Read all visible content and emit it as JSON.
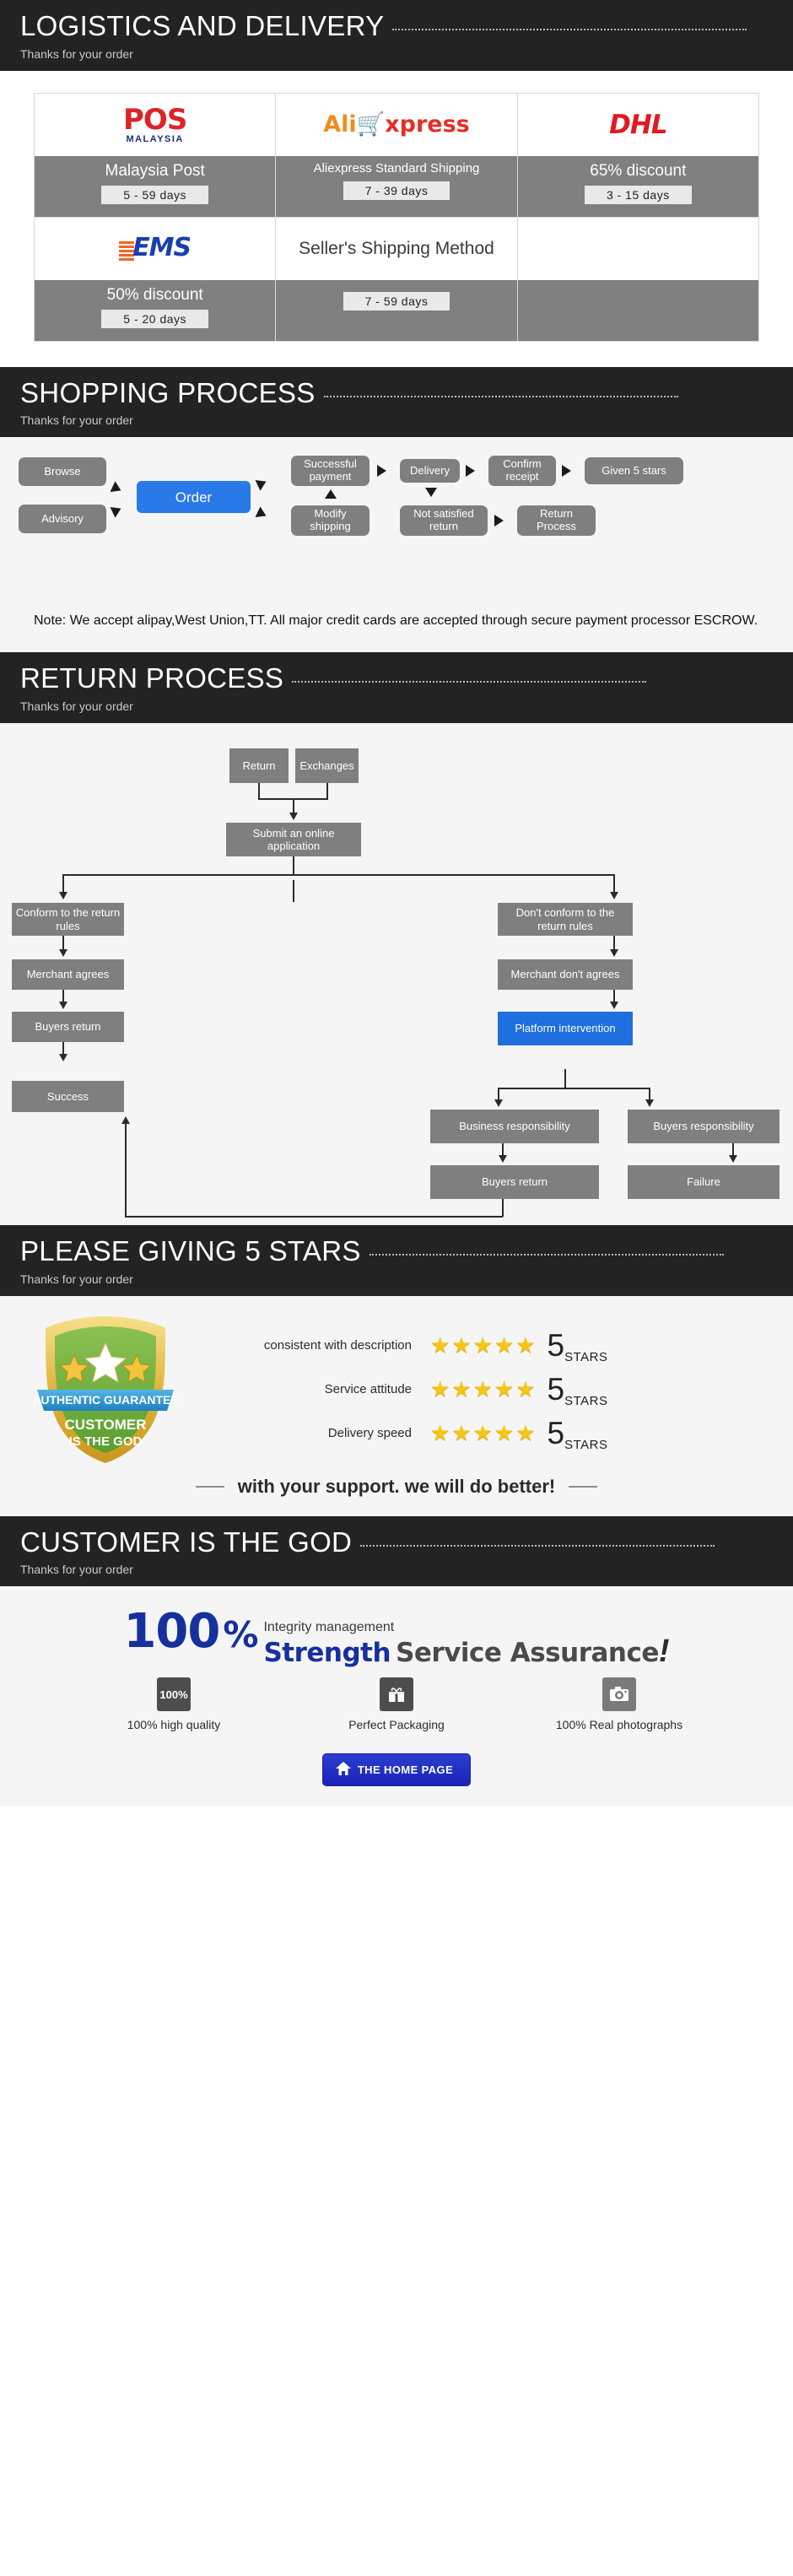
{
  "sections": {
    "logistics": {
      "title": "LOGISTICS AND DELIVERY",
      "subtitle": "Thanks for your order"
    },
    "shopping": {
      "title": "SHOPPING PROCESS",
      "subtitle": "Thanks for your order"
    },
    "returns": {
      "title": "RETURN PROCESS",
      "subtitle": "Thanks for your order"
    },
    "stars": {
      "title": "PLEASE GIVING 5 STARS",
      "subtitle": "Thanks for your order"
    },
    "god": {
      "title": "CUSTOMER IS THE GOD",
      "subtitle": "Thanks for your order"
    }
  },
  "shipping_table": {
    "rows": [
      [
        {
          "logo": "pos-malaysia-logo",
          "logo_text": "POS",
          "logo_sub": "MALAYSIA",
          "name": "Malaysia Post",
          "days": "5 - 59  days",
          "empty": false
        },
        {
          "logo": "aliexpress-logo",
          "logo_text": "Alixpress",
          "logo_sub": "",
          "name": "Aliexpress Standard Shipping",
          "days": "7 - 39  days",
          "empty": false
        },
        {
          "logo": "dhl-logo",
          "logo_text": "DHL",
          "logo_sub": "",
          "name": "65% discount",
          "days": "3 - 15  days",
          "empty": false
        }
      ],
      [
        {
          "logo": "ems-logo",
          "logo_text": "EMS",
          "logo_sub": "",
          "name": "50% discount",
          "days": "5 - 20  days",
          "empty": false
        },
        {
          "logo": "sellers-shipping-method-label",
          "logo_text": "Seller's Shipping Method",
          "logo_sub": "",
          "name": "",
          "days": "7 - 59 days",
          "empty": false
        },
        {
          "logo": "",
          "logo_text": "",
          "logo_sub": "",
          "name": "",
          "days": "",
          "empty": true
        }
      ]
    ]
  },
  "shopping_process": {
    "nodes": [
      {
        "id": "browse",
        "label": "Browse",
        "color": "grey"
      },
      {
        "id": "advisory",
        "label": "Advisory",
        "color": "grey"
      },
      {
        "id": "order",
        "label": "Order",
        "color": "blue"
      },
      {
        "id": "successful-payment",
        "label": "Successful payment",
        "color": "grey"
      },
      {
        "id": "modify-shipping",
        "label": "Modify shipping",
        "color": "grey"
      },
      {
        "id": "delivery",
        "label": "Delivery",
        "color": "grey"
      },
      {
        "id": "not-satisfied-return",
        "label": "Not satisfied return",
        "color": "grey"
      },
      {
        "id": "confirm-receipt",
        "label": "Confirm receipt",
        "color": "grey"
      },
      {
        "id": "return-process",
        "label": "Return Process",
        "color": "grey"
      },
      {
        "id": "given-5-stars",
        "label": "Given 5 stars",
        "color": "grey"
      }
    ],
    "note": "Note: We accept alipay,West Union,TT. All major credit cards are accepted through secure payment processor ESCROW."
  },
  "return_process": {
    "nodes": [
      {
        "id": "return",
        "label": "Return",
        "color": "grey"
      },
      {
        "id": "exchanges",
        "label": "Exchanges",
        "color": "grey"
      },
      {
        "id": "submit-application",
        "label": "Submit an online application",
        "color": "grey"
      },
      {
        "id": "conform-rules",
        "label": "Conform to the return rules",
        "color": "grey"
      },
      {
        "id": "not-conform-rules",
        "label": "Don't conform to the return rules",
        "color": "grey"
      },
      {
        "id": "merchant-agrees",
        "label": "Merchant agrees",
        "color": "grey"
      },
      {
        "id": "merchant-dont-agrees",
        "label": "Merchant don't agrees",
        "color": "grey"
      },
      {
        "id": "buyers-return-left",
        "label": "Buyers return",
        "color": "grey"
      },
      {
        "id": "platform-intervention",
        "label": "Platform intervention",
        "color": "blue"
      },
      {
        "id": "success",
        "label": "Success",
        "color": "grey"
      },
      {
        "id": "business-responsibility",
        "label": "Business responsibility",
        "color": "grey"
      },
      {
        "id": "buyers-responsibility",
        "label": "Buyers responsibility",
        "color": "grey"
      },
      {
        "id": "buyers-return-right",
        "label": "Buyers return",
        "color": "grey"
      },
      {
        "id": "failure",
        "label": "Failure",
        "color": "grey"
      }
    ]
  },
  "ratings": {
    "badge": {
      "ribbon": "AUTHENTIC GUARANTEE",
      "line1": "CUSTOMER",
      "line2": "IS THE GOD"
    },
    "rows": [
      {
        "label": "consistent with description",
        "stars": 5,
        "score": "5",
        "unit": "STARS"
      },
      {
        "label": "Service attitude",
        "stars": 5,
        "score": "5",
        "unit": "STARS"
      },
      {
        "label": "Delivery speed",
        "stars": 5,
        "score": "5",
        "unit": "STARS"
      }
    ],
    "support_text": "with your support. we will do better!"
  },
  "assurance": {
    "number": "100",
    "percent": "%",
    "integrity": "Integrity management",
    "strength": "Strength",
    "service": "Service Assurance",
    "exclamation": "!",
    "features": [
      {
        "icon": "percent-100-icon",
        "icon_text": "100%",
        "label": "100% high quality"
      },
      {
        "icon": "gift-box-icon",
        "icon_text": "",
        "label": "Perfect Packaging"
      },
      {
        "icon": "camera-icon",
        "icon_text": "",
        "label": "100% Real photographs"
      }
    ],
    "home_button": {
      "label": "THE HOME PAGE",
      "icon": "home-icon"
    }
  },
  "colors": {
    "header_bg": "#232323",
    "node_grey": "#7f7f7f",
    "node_blue": "#2979e8",
    "star_gold": "#f5c518",
    "brand_blue": "#16309e"
  }
}
